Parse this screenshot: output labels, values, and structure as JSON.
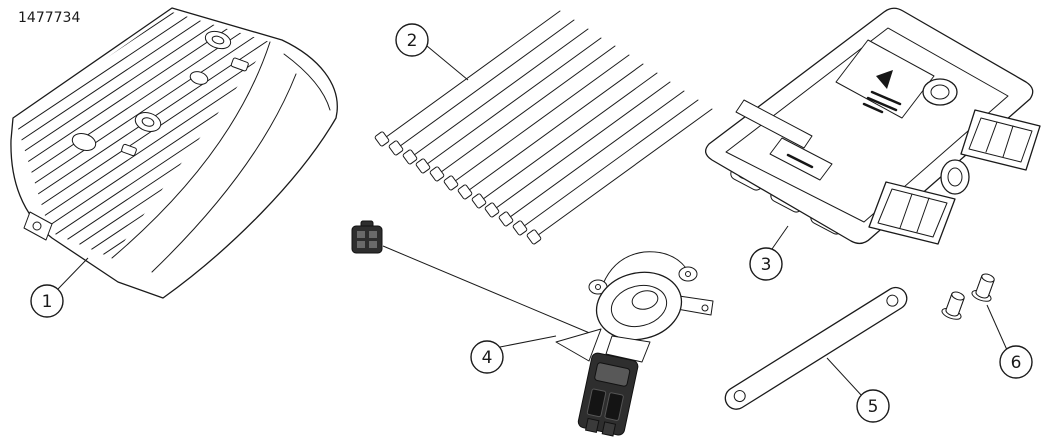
{
  "drawing": {
    "part_number": "1477734",
    "background_color": "#ffffff",
    "line_color": "#1a1a1a",
    "callouts": [
      {
        "label": "1",
        "part": "finned-module-cover"
      },
      {
        "label": "2",
        "part": "cable-tie-set"
      },
      {
        "label": "3",
        "part": "electronic-control-module"
      },
      {
        "label": "4",
        "part": "connector-and-sensor-assembly"
      },
      {
        "label": "5",
        "part": "mounting-strap"
      },
      {
        "label": "6",
        "part": "rivet-fasteners"
      }
    ]
  }
}
